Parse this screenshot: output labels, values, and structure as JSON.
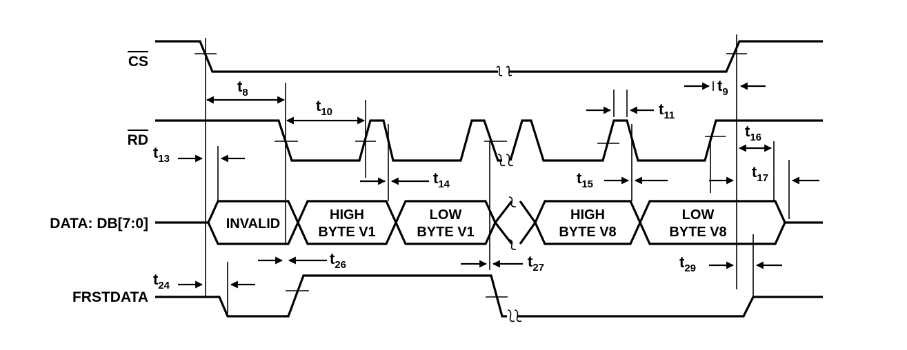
{
  "signals": {
    "cs": "CS",
    "rd": "RD",
    "data": "DATA: DB[7:0]",
    "frstdata": "FRSTDATA"
  },
  "data_boxes": {
    "invalid": "INVALID",
    "high_v1_line1": "HIGH",
    "high_v1_line2": "BYTE V1",
    "low_v1_line1": "LOW",
    "low_v1_line2": "BYTE V1",
    "high_v8_line1": "HIGH",
    "high_v8_line2": "BYTE V8",
    "low_v8_line1": "LOW",
    "low_v8_line2": "BYTE V8"
  },
  "timings": {
    "t8": {
      "main": "t",
      "sub": "8"
    },
    "t9": {
      "main": "t",
      "sub": "9"
    },
    "t10": {
      "main": "t",
      "sub": "10"
    },
    "t11": {
      "main": "t",
      "sub": "11"
    },
    "t13": {
      "main": "t",
      "sub": "13"
    },
    "t14": {
      "main": "t",
      "sub": "14"
    },
    "t15": {
      "main": "t",
      "sub": "15"
    },
    "t16": {
      "main": "t",
      "sub": "16"
    },
    "t17": {
      "main": "t",
      "sub": "17"
    },
    "t24": {
      "main": "t",
      "sub": "24"
    },
    "t26": {
      "main": "t",
      "sub": "26"
    },
    "t27": {
      "main": "t",
      "sub": "27"
    },
    "t29": {
      "main": "t",
      "sub": "29"
    }
  },
  "colors": {
    "ink": "#000000",
    "background": "#ffffff"
  }
}
